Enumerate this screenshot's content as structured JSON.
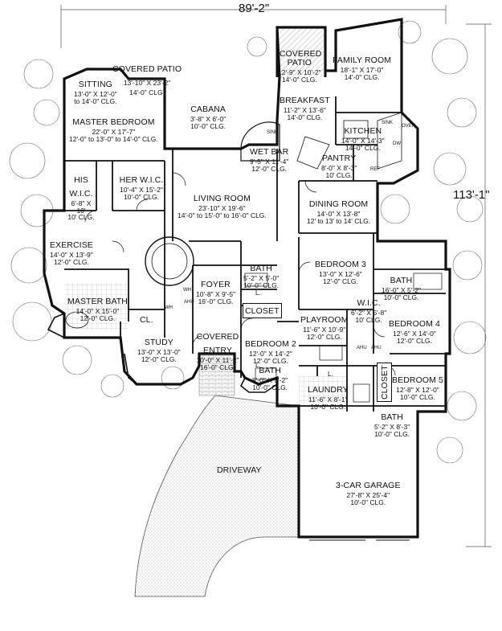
{
  "overall": {
    "width": "89'-2\"",
    "depth": "113'-1\""
  },
  "rooms": {
    "covered_patio_left": {
      "name": "COVERED PATIO",
      "dims": "13'-10\" X 23'-2\"",
      "clg": "14'-0\" CLG."
    },
    "sitting": {
      "name": "SITTING",
      "dims": "13'-0\" X 12'-0\"",
      "clg": "to 14'-0\" CLG."
    },
    "master_bedroom": {
      "name": "MASTER BEDROOM",
      "dims": "22'-0\" X 17'-7\"",
      "clg": "12'-0\" to 13'-0\" to 14'-0\" CLG."
    },
    "cabana": {
      "name": "CABANA",
      "dims": "3'-8\" X 6'-0\"",
      "clg": "10'-0\" CLG."
    },
    "covered_patio_right": {
      "name": "COVERED PATIO",
      "dims": "12'-9\" X 10'-2\"",
      "clg": "14'-0\" CLG."
    },
    "family_room": {
      "name": "FAMILY ROOM",
      "dims": "18'-1\" X 17'-0\"",
      "clg": "14'-0\" CLG."
    },
    "breakfast": {
      "name": "BREAKFAST",
      "dims": "11'-2\" X 13'-6\"",
      "clg": "14'-0\" CLG."
    },
    "kitchen": {
      "name": "KITCHEN",
      "dims": "14'-0\" X 14'-3\"",
      "clg": "14'-0\" CLG."
    },
    "wet_bar": {
      "name": "WET BAR",
      "dims": "9'-5\" X 11'-4\"",
      "clg": "12'-0\" CLG."
    },
    "pantry": {
      "name": "PANTRY",
      "dims": "8'-0\" X 8'-3\"",
      "clg": "10' CLG."
    },
    "his_wic": {
      "name": "HIS W.I.C.",
      "dims": "6'-8\" X 10'",
      "clg": "10' CLG."
    },
    "her_wic": {
      "name": "HER W.I.C.",
      "dims": "10'-4\" X 15'-2\"",
      "clg": "10'-0\" CLG."
    },
    "living_room": {
      "name": "LIVING ROOM",
      "dims": "23'-10\" X 19'-6\"",
      "clg": "14'-0\" to 15'-0\" to 16'-0\" CLG."
    },
    "dining_room": {
      "name": "DINING ROOM",
      "dims": "14'-0\" X 13'-8\"",
      "clg": "12' to 13' to 14' CLG."
    },
    "exercise": {
      "name": "EXERCISE",
      "dims": "14'-0\" X 13'-9\"",
      "clg": "12'-0\" CLG."
    },
    "bedroom3": {
      "name": "BEDROOM 3",
      "dims": "13'-0\" X 12'-6\"",
      "clg": "12'-0\" CLG."
    },
    "bath_top": {
      "name": "BATH",
      "dims": "5'-2\" X 5'-0\"",
      "clg": "10'-0\" CLG."
    },
    "foyer": {
      "name": "FOYER",
      "dims": "10'-8\" X 9'-5\"",
      "clg": "16'-0\" CLG."
    },
    "bath_b3": {
      "name": "BATH",
      "dims": "16'-0\" X 5'-2\"",
      "clg": "10'-0\" CLG."
    },
    "master_bath": {
      "name": "MASTER BATH",
      "dims": "14'-0\" X 15'-0\"",
      "clg": "12'-0\" CLG."
    },
    "closet_mid": {
      "name": "CLOSET"
    },
    "wic_b4": {
      "name": "W.I.C.",
      "dims": "6'-2\" X 5'-8\"",
      "clg": "10' CLG."
    },
    "playroom": {
      "name": "PLAYROOM",
      "dims": "11'-6\" X 10'-9\"",
      "clg": "12'-0\" CLG."
    },
    "bedroom4": {
      "name": "BEDROOM 4",
      "dims": "12'-6\" X 14'-0\"",
      "clg": "12'-0\" CLG."
    },
    "cl_study": {
      "name": "CL."
    },
    "study": {
      "name": "STUDY",
      "dims": "13'-0\" X 13'-0\"",
      "clg": "12'-0\" CLG."
    },
    "covered_entry": {
      "name": "COVERED ENTRY",
      "dims": "10'-0\" X 11'-2\"",
      "clg": "16'-0\" CLG."
    },
    "bedroom2": {
      "name": "BEDROOM 2",
      "dims": "12'-0\" X 14'-2\"",
      "clg": "12'-0\" CLG."
    },
    "bath_b2": {
      "name": "BATH",
      "dims": "8'-0\" X 5'-2\"",
      "clg": "10'-0\" CLG."
    },
    "laundry": {
      "name": "LAUNDRY",
      "dims": "11'-6\" X 8'-1\"",
      "clg": "10'-0\" CLG."
    },
    "closet_b5": {
      "name": "CLOSET"
    },
    "bedroom5": {
      "name": "BEDROOM 5",
      "dims": "12'-8\" X 12'-0\"",
      "clg": "10'-0\" CLG."
    },
    "bath_b5": {
      "name": "BATH",
      "dims": "5'-2\" X 8'-3\"",
      "clg": "10'-0\" CLG."
    },
    "driveway": {
      "name": "DRIVEWAY"
    },
    "garage": {
      "name": "3-CAR GARAGE",
      "dims": "27'-8\" X 25'-4\"",
      "clg": "10'-0\" CLG."
    }
  },
  "fixtures": {
    "l1": "L.",
    "l2": "L.",
    "l3": "L.",
    "ahu1": "AHU",
    "ahu2": "AHU",
    "ahu3": "AHU",
    "wh1": "WH",
    "wh2": "WH",
    "sink": "SINK",
    "dw": "DW",
    "oven": "OVEN",
    "ref": "REF",
    "sink2": "SINK"
  },
  "colors": {
    "line": "#111111",
    "hatch": "#9a9a9a",
    "plant": "#6f6f6f",
    "paving": "#8c8c8c"
  }
}
